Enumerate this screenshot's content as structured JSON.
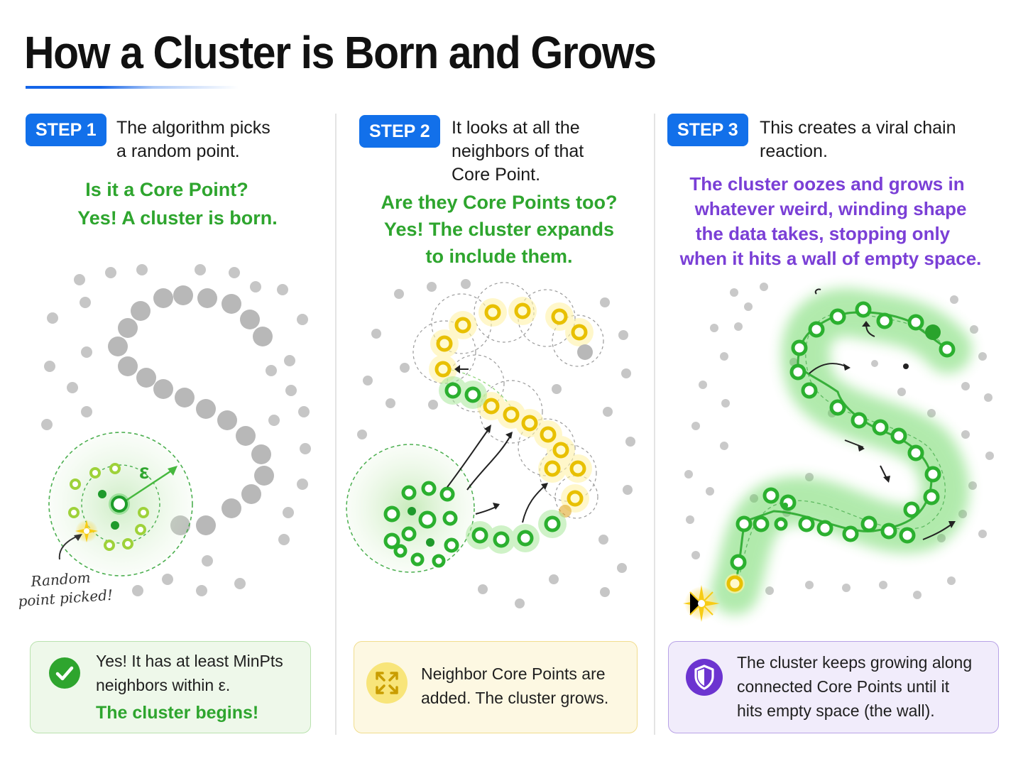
{
  "title": "How a Cluster is Born and Grows",
  "steps": [
    {
      "badge": "STEP 1",
      "text_lines": [
        "The algorithm picks",
        "a random point."
      ],
      "question_lines": [
        "Is it a Core Point?",
        "Yes! A cluster is born."
      ],
      "epsilon_label": "ε",
      "annotation_lines": [
        "Random",
        "point picked!"
      ],
      "box_lines": [
        "Yes! It has at least MinPts",
        "neighbors within ε."
      ],
      "box_emphasis": "The cluster begins!",
      "box_icon": "check-circle-icon"
    },
    {
      "badge": "STEP 2",
      "text_lines": [
        "It looks at all the",
        "neighbors of that",
        "Core Point."
      ],
      "question_lines": [
        "Are they Core Points too?",
        "Yes! The cluster expands",
        "to include them."
      ],
      "box_lines": [
        "Neighbor Core Points are",
        "added. The cluster grows."
      ],
      "box_icon": "expand-arrows-icon"
    },
    {
      "badge": "STEP 3",
      "text_lines": [
        "This creates a viral chain",
        "reaction."
      ],
      "question_lines": [
        "The cluster oozes and grows in",
        "whatever weird, winding shape",
        "the data takes, stopping only",
        "when it hits a wall of empty space."
      ],
      "box_lines": [
        "The cluster keeps growing along",
        "connected Core Points until it",
        "hits empty space (the wall)."
      ],
      "box_icon": "shield-icon"
    }
  ],
  "colors": {
    "accent_blue": "#1270ea",
    "core_green": "#2ea52e",
    "expand_yellow": "#f2d21a",
    "text_purple": "#7a3fd6",
    "noise_gray": "#c4c4c4"
  }
}
